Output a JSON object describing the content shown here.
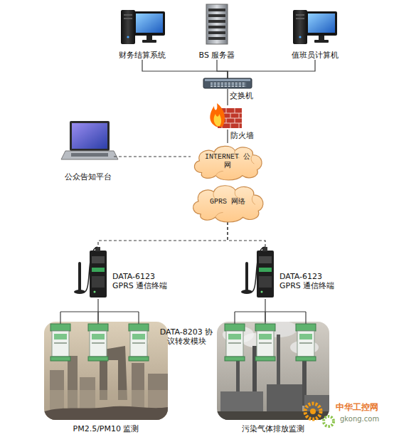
{
  "diagram": {
    "nodes": [
      {
        "text": [
          "财务结算系统"
        ]
      },
      {
        "text": [
          "BS 服务器"
        ]
      },
      {
        "text": [
          "值班员计算机"
        ]
      },
      {
        "text": [
          "交换机"
        ]
      },
      {
        "text": [
          "防火墙"
        ]
      },
      {
        "text": [
          "公众告知平台"
        ]
      },
      {
        "text": [
          "INTERNET 公网"
        ]
      },
      {
        "text": [
          "GPRS 网络"
        ]
      },
      {
        "text": [
          "DATA-6123 GPRS 通信终端"
        ]
      },
      {
        "text": [
          "DATA-6123 GPRS 通信终端"
        ]
      },
      {
        "text": [
          "PM2.5/PM10 监测"
        ]
      },
      {
        "text": [
          "污染气体排放监测"
        ]
      }
    ],
    "edges": [
      {
        "from": 0,
        "to": 3,
        "arrow": "none"
      },
      {
        "from": 1,
        "to": 3,
        "arrow": "none"
      },
      {
        "from": 2,
        "to": 3,
        "arrow": "none"
      },
      {
        "from": 3,
        "to": 4,
        "arrow": "none"
      },
      {
        "from": 4,
        "to": 6,
        "arrow": "none"
      },
      {
        "from": 5,
        "to": 6,
        "arrow": "none"
      },
      {
        "from": 7,
        "to": 8,
        "arrow": "none"
      },
      {
        "from": 7,
        "to": 9,
        "arrow": "none"
      },
      {
        "from": 8,
        "to": 10,
        "arrow": "none"
      },
      {
        "from": 9,
        "to": 11,
        "arrow": "none"
      }
    ],
    "labels": [
      "DATA-8203 协议转发模块",
      "中华工控网",
      "gkong.com"
    ]
  }
}
